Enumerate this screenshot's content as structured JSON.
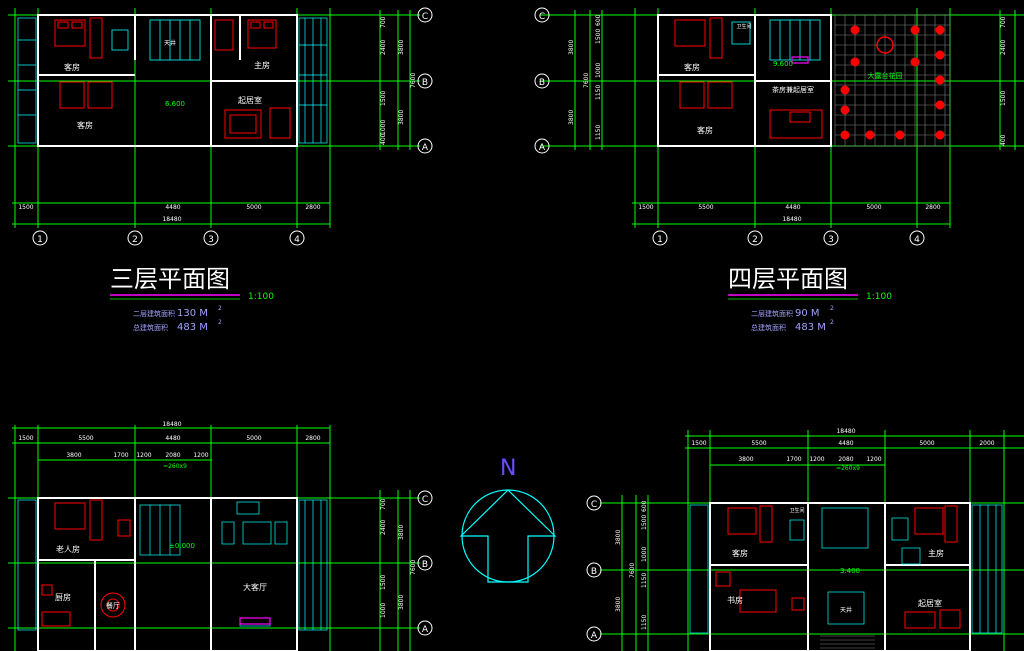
{
  "colors": {
    "background": "#000000",
    "grid": "#00ff00",
    "wall": "#ffffff",
    "furniture": "#ff0000",
    "fixture": "#00ffff",
    "title": "#ffffff",
    "underline": "#ff00ff",
    "note": "#a0a0ff",
    "axis_bubble": "#ffffff",
    "compass": "#00ffff"
  },
  "axis_labels": {
    "a": "A",
    "b": "B",
    "c": "C",
    "n1": "1",
    "n2": "2",
    "n3": "3",
    "n4": "4"
  },
  "plan_third": {
    "title": "三层平面图",
    "scale": "1:100",
    "area_label": "二层建筑面积",
    "area_value": "130 M",
    "total_label": "总建筑面积",
    "total_value": "483 M",
    "sup": "2",
    "rooms": {
      "guest1": "客房",
      "master": "主房",
      "guest2": "客房",
      "study": "起居室"
    },
    "elevation": "6.600",
    "dims_bottom": {
      "d1": "1500",
      "d2": "4480",
      "d3": "5000",
      "d4": "2800",
      "total": "18480"
    },
    "dims_side": {
      "s1": "700",
      "s2": "2400",
      "s3": "3800",
      "s4": "7600",
      "s5": "1500",
      "s6": "3800",
      "s7": "1000",
      "s8": "400"
    }
  },
  "plan_fourth": {
    "title": "四层平面图",
    "scale": "1:100",
    "area_label": "二层建筑面积",
    "area_value": "90 M",
    "total_label": "总建筑面积",
    "total_value": "483 M",
    "sup": "2",
    "rooms": {
      "guest1": "客房",
      "tea": "茶房兼起居室",
      "guest2": "客房",
      "terrace": "大露台花园",
      "bath": "卫生间"
    },
    "elevation": "9.600",
    "dims_bottom": {
      "d1": "1500",
      "d2": "5500",
      "d3": "4480",
      "d4": "5000",
      "d5": "2800",
      "total": "18480"
    },
    "dims_side": {
      "s1": "600",
      "s2": "1500",
      "s3": "3800",
      "s4": "7600",
      "s5": "1150",
      "s6": "3800",
      "s7": "1150",
      "s8": "1000",
      "s9": "2400",
      "s10": "700",
      "s11": "1500",
      "s12": "400"
    }
  },
  "plan_first": {
    "dims_top": {
      "total": "18480",
      "t1": "1500",
      "t2": "5500",
      "t3": "4480",
      "t4": "5000",
      "t5": "2800"
    },
    "dims_top2": {
      "a": "3800",
      "b": "1700",
      "c": "1200",
      "d": "2080",
      "e": "1200",
      "stair": "=260x9"
    },
    "rooms": {
      "elder": "老人房",
      "kitchen": "厨房",
      "dining": "餐厅",
      "living": "大客厅"
    },
    "elevation": "±0.000",
    "dims_side": {
      "s1": "2400",
      "s2": "3800",
      "s3": "7600",
      "s4": "1500",
      "s5": "3800",
      "s6": "1000",
      "s7": "700"
    }
  },
  "plan_second": {
    "dims_top": {
      "total": "18480",
      "t1": "1500",
      "t2": "5500",
      "t3": "4480",
      "t4": "5000",
      "t5": "2000"
    },
    "dims_top2": {
      "a": "3800",
      "b": "1700",
      "c": "1200",
      "d": "2080",
      "e": "1200",
      "stair": "=260x9"
    },
    "rooms": {
      "guest": "客房",
      "master": "主房",
      "study": "书房",
      "living": "起居室",
      "bath": "卫生间",
      "void": "天井"
    },
    "elevation": "3.400",
    "dims_side": {
      "s1": "600",
      "s2": "1500",
      "s3": "3800",
      "s4": "7600",
      "s5": "1150",
      "s6": "3800",
      "s7": "1150",
      "s8": "1000"
    }
  },
  "compass": {
    "north": "N"
  }
}
